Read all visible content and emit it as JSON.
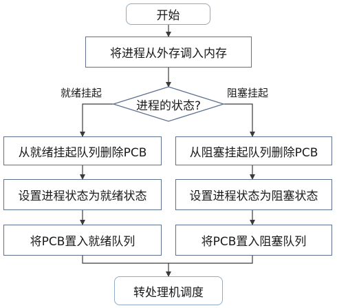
{
  "start": "开始",
  "load": "将进程从外存调入内存",
  "decision": "进程的状态?",
  "branch_left": "就绪挂起",
  "branch_right": "阻塞挂起",
  "left": {
    "step1": "从就绪挂起队列删除PCB",
    "step2": "设置进程状态为就绪状态",
    "step3": "将PCB置入就绪队列"
  },
  "right": {
    "step1": "从阻塞挂起队列删除PCB",
    "step2": "设置进程状态为阻塞状态",
    "step3": "将PCB置入阻塞队列"
  },
  "end": "转处理机调度",
  "colors": {
    "line": "#3b3b3b",
    "box_border": "#5b6f8f",
    "terminal_border": "#8eaac8"
  }
}
